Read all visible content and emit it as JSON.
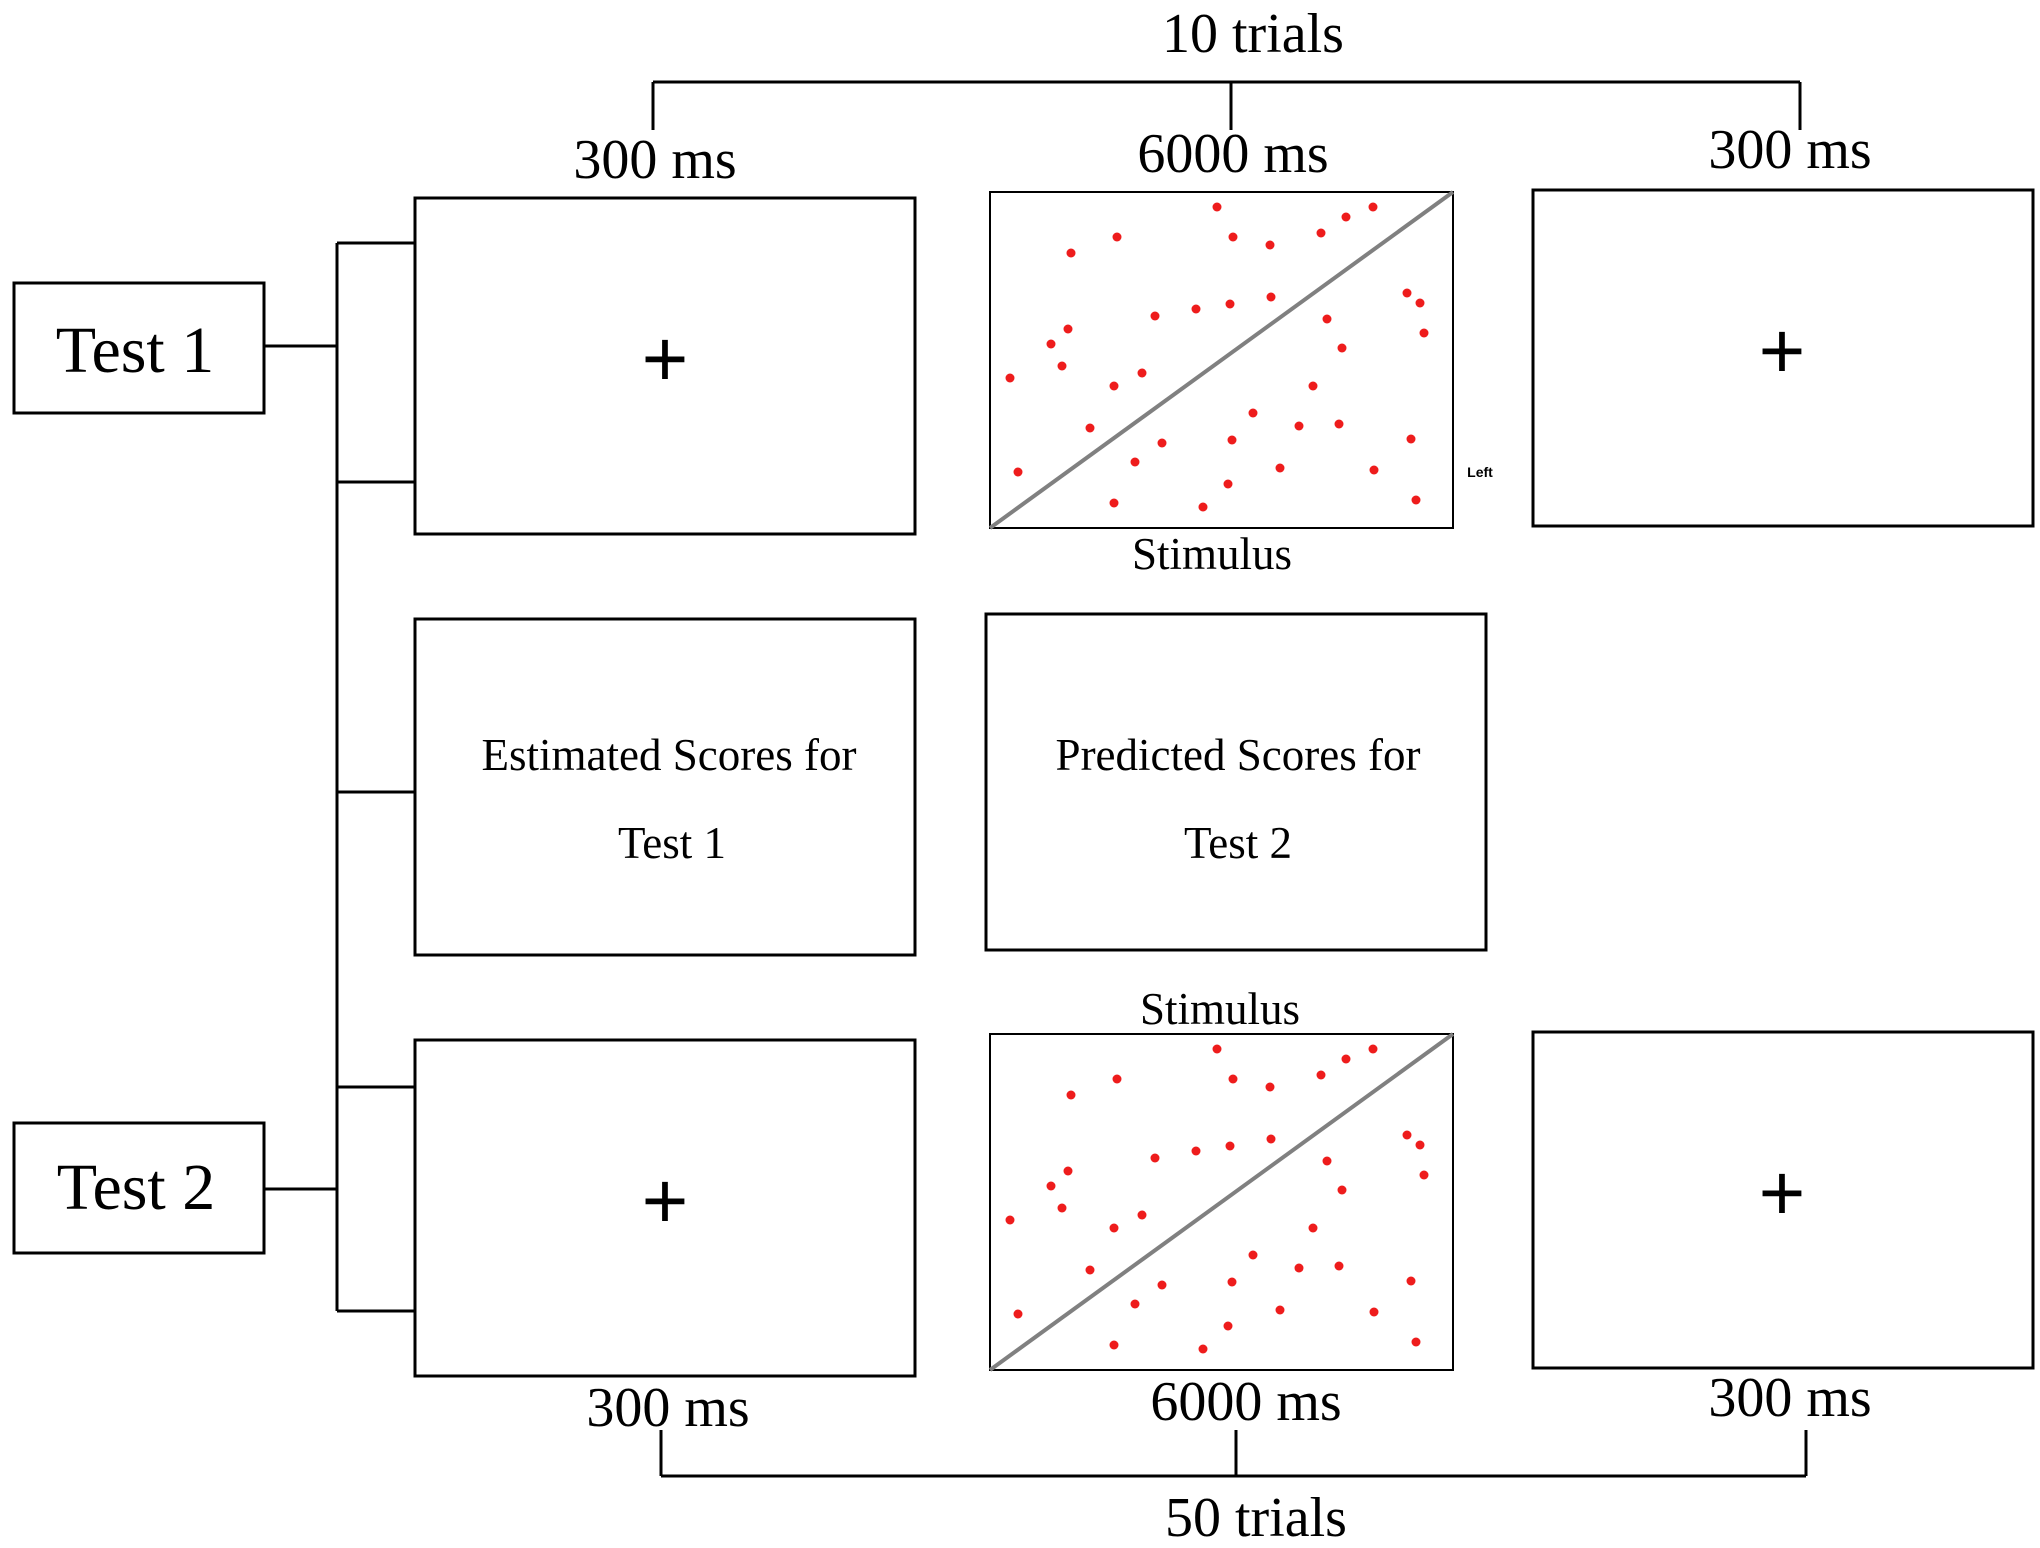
{
  "top": {
    "trials": "10 trials",
    "durations": [
      "300 ms",
      "6000 ms",
      "300 ms"
    ]
  },
  "bottom": {
    "trials": "50 trials",
    "durations": [
      "300 ms",
      "6000 ms",
      "300 ms"
    ]
  },
  "tests": [
    "Test 1",
    "Test 2"
  ],
  "fixation_symbol": "+",
  "stimulus_label": "Stimulus",
  "side_label": "Left",
  "estimated_box": [
    "Estimated Scores for",
    "Test 1"
  ],
  "predicted_box": [
    "Predicted Scores for",
    "Test 2"
  ],
  "colors": {
    "dot": "#ee1c1c",
    "diagonal": "#808080",
    "line": "#000000"
  }
}
